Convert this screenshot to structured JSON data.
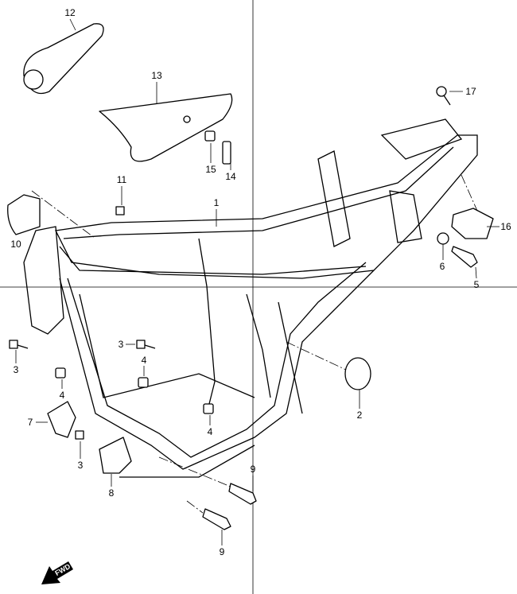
{
  "diagram": {
    "title": "Frame",
    "callouts": [
      {
        "id": "label-12",
        "text": "12"
      },
      {
        "id": "label-13",
        "text": "13"
      },
      {
        "id": "label-17",
        "text": "17"
      },
      {
        "id": "label-15",
        "text": "15"
      },
      {
        "id": "label-14",
        "text": "14"
      },
      {
        "id": "label-11",
        "text": "11"
      },
      {
        "id": "label-1",
        "text": "1"
      },
      {
        "id": "label-10",
        "text": "10"
      },
      {
        "id": "label-16",
        "text": "16"
      },
      {
        "id": "label-6",
        "text": "6"
      },
      {
        "id": "label-5",
        "text": "5"
      },
      {
        "id": "label-3a",
        "text": "3"
      },
      {
        "id": "label-3b",
        "text": "3"
      },
      {
        "id": "label-4a",
        "text": "4"
      },
      {
        "id": "label-4b",
        "text": "4"
      },
      {
        "id": "label-7",
        "text": "7"
      },
      {
        "id": "label-2",
        "text": "2"
      },
      {
        "id": "label-4c",
        "text": "4"
      },
      {
        "id": "label-3c",
        "text": "3"
      },
      {
        "id": "label-9a",
        "text": "9"
      },
      {
        "id": "label-8",
        "text": "8"
      },
      {
        "id": "label-9b",
        "text": "9"
      }
    ],
    "fwd_badge": "FWD"
  }
}
